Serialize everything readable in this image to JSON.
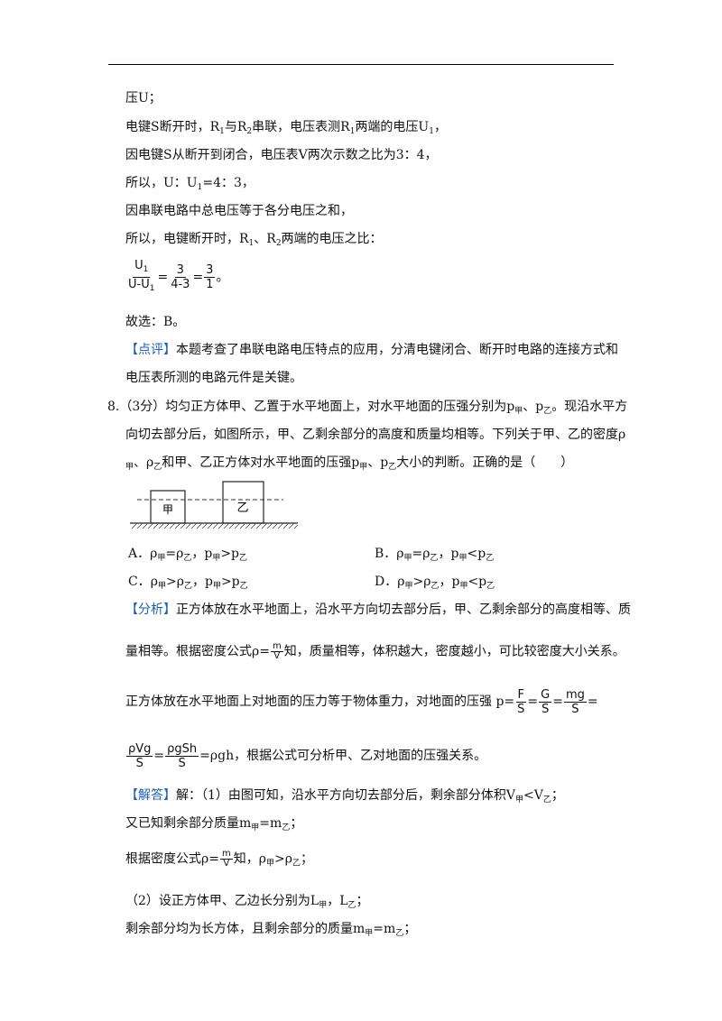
{
  "lines": {
    "l1": "压U；",
    "l2a": "电键S断开时，R",
    "l2b": "1",
    "l2c": "与R",
    "l2d": "2",
    "l2e": "串联，电压表测R",
    "l2f": "1",
    "l2g": "两端的电压U",
    "l2h": "1",
    "l2i": "，",
    "l3": "因电键S从断开到闭合，电压表V两次示数之比为3：4，",
    "l4a": "所以，U：U",
    "l4b": "1",
    "l4c": "=4：3，",
    "l5": "因串联电路中总电压等于各分电压之和，",
    "l6a": "所以，电键断开时，R",
    "l6b": "1",
    "l6c": "、R",
    "l6d": "2",
    "l6e": "两端的电压之比：",
    "eq1": {
      "n1": "U",
      "n1s": "1",
      "d1": "U-U",
      "d1s": "1",
      "eq": "=",
      "n2": "3",
      "d2": "4-3",
      "n3": "3",
      "d3": "1",
      "end": "。"
    },
    "l7": "故选：B。",
    "review_tag": "【点评】",
    "review1": "本题考查了串联电路电压特点的应用，分清电键闭合、断开时电路的连接方式和",
    "review2": "电压表所测的电路元件是关键。"
  },
  "q8": {
    "number": "8.",
    "stem1": "（3分）均匀正方体甲、乙置于水平地面上，对水平地面的压强分别为p",
    "stem1s1": "甲",
    "stem1b": "、p",
    "stem1s2": "乙",
    "stem1c": "。现沿水平方",
    "stem2": "向切去部分后，如图所示，甲、乙剩余部分的高度和质量均相等。下列关于甲、乙的密度ρ",
    "stem3a": "甲",
    "stem3b": "、ρ",
    "stem3c": "乙",
    "stem3d": "和甲、乙正方体对水平地面的压强p",
    "stem3e": "甲",
    "stem3f": "、p",
    "stem3g": "乙",
    "stem3h": "大小的判断。正确的是（　　）",
    "fig_a": "甲",
    "fig_b": "乙",
    "options": {
      "A": {
        "k": "A．ρ",
        "s1": "甲",
        "m1": "=ρ",
        "s2": "乙",
        "m2": "，p",
        "s3": "甲",
        "m3": ">p",
        "s4": "乙"
      },
      "B": {
        "k": "B．ρ",
        "s1": "甲",
        "m1": "=ρ",
        "s2": "乙",
        "m2": "，p",
        "s3": "甲",
        "m3": "<p",
        "s4": "乙"
      },
      "C": {
        "k": "C．ρ",
        "s1": "甲",
        "m1": ">ρ",
        "s2": "乙",
        "m2": "，p",
        "s3": "甲",
        "m3": ">p",
        "s4": "乙"
      },
      "D": {
        "k": "D．ρ",
        "s1": "甲",
        "m1": ">ρ",
        "s2": "乙",
        "m2": "，p",
        "s3": "甲",
        "m3": "<p",
        "s4": "乙"
      }
    },
    "analysis_tag": "【分析】",
    "analysis1": "正方体放在水平地面上，沿水平方向切去部分后，甲、乙剩余部分的高度相等、质",
    "analysis2a": "量相等。根据密度公式ρ=",
    "analysis2_num": "m",
    "analysis2_den": "V",
    "analysis2b": "知，质量相等，体积越大，密度越小，可比较密度大小关系。",
    "analysis3a": "正方体放在水平地面上对地面的压力等于物体重力，对地面的压强 p=",
    "f1n": "F",
    "f1d": "S",
    "f2n": "G",
    "f2d": "S",
    "f3n": "mg",
    "f3d": "S",
    "eqs": "=",
    "f4n": "ρVg",
    "f4d": "S",
    "f5n": "ρgSh",
    "f5d": "S",
    "analysis4b": "=ρgh，根据公式可分析甲、乙对地面的压强关系。",
    "answer_tag": "【解答】",
    "ans1a": "解：（1）由图可知，沿水平方向切去部分后，剩余部分体积V",
    "ans1s1": "甲",
    "ans1b": "<V",
    "ans1s2": "乙",
    "ans1c": "；",
    "ans2a": "又已知剩余部分质量m",
    "ans2s1": "甲",
    "ans2b": "=m",
    "ans2s2": "乙",
    "ans2c": "；",
    "ans3a": "根据密度公式ρ=",
    "ans3n": "m",
    "ans3d": "V",
    "ans3b": "知，ρ",
    "ans3s1": "甲",
    "ans3c": ">ρ",
    "ans3s2": "乙",
    "ans3d2": "；",
    "ans4a": "（2）设正方体甲、乙边长分别为L",
    "ans4s1": "甲",
    "ans4b": "，L",
    "ans4s2": "乙",
    "ans4c": "；",
    "ans5a": "剩余部分均为长方体，且剩余部分的质量m",
    "ans5s1": "甲",
    "ans5b": "=m",
    "ans5s2": "乙",
    "ans5c": "；"
  }
}
